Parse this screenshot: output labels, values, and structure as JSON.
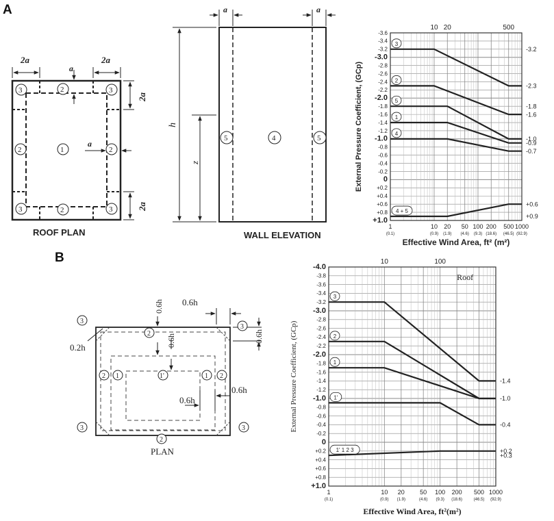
{
  "panelA": {
    "letter": "A",
    "roof_plan": {
      "caption": "ROOF PLAN",
      "dim_2a": "2a",
      "dim_a": "a",
      "zones": {
        "corner": "3",
        "edge": "2",
        "interior": "1"
      }
    },
    "wall_elevation": {
      "caption": "WALL ELEVATION",
      "dim_a": "a",
      "dim_h": "h",
      "dim_z": "z",
      "zones": {
        "end": "5",
        "interior": "4"
      }
    },
    "chart_data": {
      "type": "line",
      "title": "",
      "ylabel": "External Pressure Coefficient, (GCp)",
      "xlabel": "Effective Wind Area, ft² (m²)",
      "xscale": "log",
      "yreversed": true,
      "ylim": [
        -3.6,
        1.0
      ],
      "xlim": [
        1,
        1000
      ],
      "grid": true,
      "y_ticks": [
        "-3.6",
        "-3.4",
        "-3.2",
        "-3.0",
        "-2.8",
        "-2.6",
        "-2.4",
        "-2.2",
        "-2.0",
        "-1.8",
        "-1.6",
        "-1.4",
        "-1.2",
        "-1.0",
        "-0.8",
        "-0.6",
        "-0.4",
        "-0.2",
        "0",
        "+0.2",
        "+0.4",
        "+0.6",
        "+0.8",
        "+1.0"
      ],
      "x_ticks": [
        {
          "ft": "1",
          "m": "(0.1)"
        },
        {
          "ft": "10",
          "m": "(0.9)"
        },
        {
          "ft": "20",
          "m": "(1.9)"
        },
        {
          "ft": "50",
          "m": "(4.6)"
        },
        {
          "ft": "100",
          "m": "(9.3)"
        },
        {
          "ft": "200",
          "m": "(18.6)"
        },
        {
          "ft": "500",
          "m": "(46.5)"
        },
        {
          "ft": "1000",
          "m": "(92.9)"
        }
      ],
      "top_ticks": [
        "10",
        "20",
        "500"
      ],
      "right_labels": [
        "-3.2",
        "-2.3",
        "-1.8",
        "-1.6",
        "-1.0",
        "-0.9",
        "-0.7",
        "+0.6",
        "+0.9"
      ],
      "series": [
        {
          "name": "3",
          "x": [
            1,
            10,
            500,
            1000
          ],
          "y": [
            -3.2,
            -3.2,
            -2.3,
            -2.3
          ]
        },
        {
          "name": "2",
          "x": [
            1,
            10,
            500,
            1000
          ],
          "y": [
            -2.3,
            -2.3,
            -1.6,
            -1.6
          ]
        },
        {
          "name": "5",
          "x": [
            1,
            20,
            500,
            1000
          ],
          "y": [
            -1.8,
            -1.8,
            -1.0,
            -1.0
          ]
        },
        {
          "name": "1",
          "x": [
            1,
            20,
            500,
            1000
          ],
          "y": [
            -1.4,
            -1.4,
            -0.9,
            -0.9
          ]
        },
        {
          "name": "4",
          "x": [
            1,
            20,
            500,
            1000
          ],
          "y": [
            -1.0,
            -1.0,
            -0.7,
            -0.7
          ]
        },
        {
          "name": "4 + 5",
          "x": [
            1,
            20,
            500,
            1000
          ],
          "y": [
            0.9,
            0.9,
            0.6,
            0.6
          ]
        }
      ]
    }
  },
  "panelB": {
    "letter": "B",
    "plan": {
      "caption": "PLAN",
      "dims": {
        "d06h": "0.6h",
        "d02h": "0.2h"
      },
      "zones": {
        "corner": "3",
        "edge": "2",
        "inner_edge": "1",
        "interior": "1'"
      }
    },
    "chart_data": {
      "type": "line",
      "title": "",
      "ylabel": "External Pressure Coefficient, (GCp)",
      "xlabel": "Effective Wind Area, ft²(m²)",
      "xscale": "log",
      "yreversed": true,
      "ylim": [
        -4.0,
        1.0
      ],
      "xlim": [
        1,
        1000
      ],
      "grid": true,
      "annotation": "Roof",
      "y_ticks": [
        "-4.0",
        "-3.8",
        "-3.6",
        "-3.4",
        "-3.2",
        "-3.0",
        "-2.8",
        "-2.6",
        "-2.4",
        "-2.2",
        "-2.0",
        "-1.8",
        "-1.6",
        "-1.4",
        "-1.2",
        "-1.0",
        "-0.8",
        "-0.6",
        "-0.4",
        "-0.2",
        "0",
        "+0.2",
        "+0.4",
        "+0.6",
        "+0.8",
        "+1.0"
      ],
      "x_ticks": [
        {
          "ft": "1",
          "m": "(0.1)"
        },
        {
          "ft": "10",
          "m": "(0.9)"
        },
        {
          "ft": "20",
          "m": "(1.9)"
        },
        {
          "ft": "50",
          "m": "(4.6)"
        },
        {
          "ft": "100",
          "m": "(9.3)"
        },
        {
          "ft": "200",
          "m": "(18.6)"
        },
        {
          "ft": "500",
          "m": "(46.5)"
        },
        {
          "ft": "1000",
          "m": "(92.9)"
        }
      ],
      "top_ticks": [
        "10",
        "100"
      ],
      "right_labels": [
        "-1.4",
        "-1.0",
        "-0.4",
        "+0.2",
        "+0.3"
      ],
      "series": [
        {
          "name": "3",
          "x": [
            1,
            10,
            500,
            1000
          ],
          "y": [
            -3.2,
            -3.2,
            -1.4,
            -1.4
          ]
        },
        {
          "name": "2",
          "x": [
            1,
            10,
            500,
            1000
          ],
          "y": [
            -2.3,
            -2.3,
            -1.0,
            -1.0
          ]
        },
        {
          "name": "1",
          "x": [
            1,
            10,
            500,
            1000
          ],
          "y": [
            -1.7,
            -1.7,
            -1.0,
            -1.0
          ]
        },
        {
          "name": "1'",
          "x": [
            1,
            100,
            500,
            1000
          ],
          "y": [
            -0.9,
            -0.9,
            -0.4,
            -0.4
          ]
        },
        {
          "name": "1' 1 2 3",
          "x": [
            1,
            100,
            1000
          ],
          "y": [
            0.3,
            0.2,
            0.2
          ]
        }
      ]
    }
  }
}
